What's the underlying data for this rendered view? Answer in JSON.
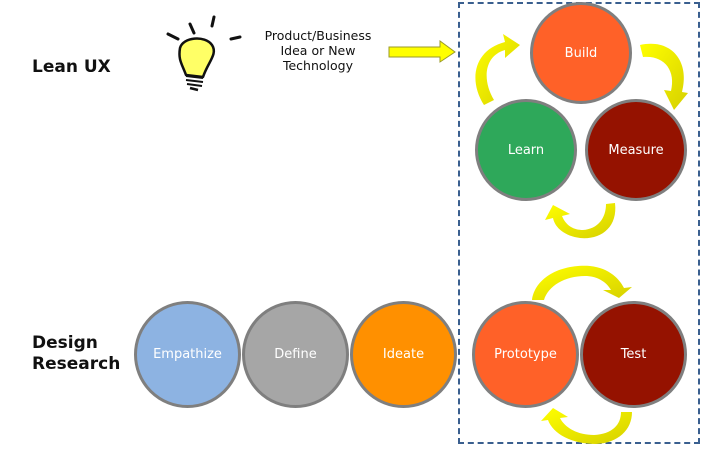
{
  "rows": {
    "lean_ux": {
      "label": "Lean UX"
    },
    "design_research": {
      "label_line1": "Design",
      "label_line2": "Research"
    }
  },
  "idea": {
    "line1": "Product/Business",
    "line2": "Idea or New",
    "line3": "Technology",
    "icon": "lightbulb-icon"
  },
  "lean_cycle": [
    {
      "label": "Build",
      "color": "#ff6128"
    },
    {
      "label": "Measure",
      "color": "#951200"
    },
    {
      "label": "Learn",
      "color": "#2ea85a"
    }
  ],
  "design_steps": [
    {
      "label": "Empathize",
      "color": "#8db3e2"
    },
    {
      "label": "Define",
      "color": "#a6a6a6"
    },
    {
      "label": "Ideate",
      "color": "#ff9000"
    },
    {
      "label": "Prototype",
      "color": "#ff6128"
    },
    {
      "label": "Test",
      "color": "#951200"
    }
  ],
  "colors": {
    "arrow_yellow": "#ffff00",
    "arrow_outline": "#c9b800",
    "dashed_border": "#3a5f8f",
    "circle_border": "#7f7f7f"
  }
}
